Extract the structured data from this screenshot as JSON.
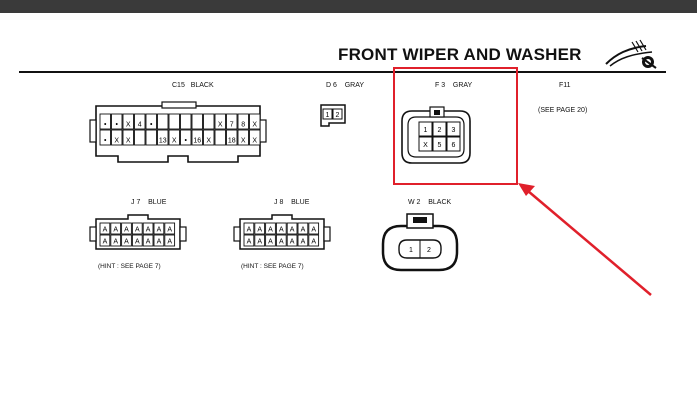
{
  "title": "FRONT WIPER AND WASHER",
  "connectors": {
    "c15": {
      "code": "C15",
      "color": "BLACK",
      "row1": [
        "•",
        "•",
        "X",
        "4",
        "•",
        "",
        "",
        "",
        "",
        "",
        "X",
        "7",
        "8",
        "X"
      ],
      "row2": [
        "•",
        "X",
        "X",
        "",
        "",
        "13",
        "X",
        "•",
        "16",
        "X",
        "",
        "18",
        "X",
        "X"
      ]
    },
    "d6": {
      "code": "D 6",
      "color": "GRAY",
      "pins": [
        "1",
        "2"
      ]
    },
    "f3": {
      "code": "F 3",
      "color": "GRAY",
      "row1": [
        "1",
        "2",
        "3"
      ],
      "row2": [
        "X",
        "5",
        "6"
      ]
    },
    "f11": {
      "code": "F11",
      "note": "(SEE PAGE 20)"
    },
    "j7": {
      "code": "J 7",
      "color": "BLUE",
      "row1": [
        "A",
        "A",
        "A",
        "A",
        "A",
        "A",
        "A"
      ],
      "row2": [
        "A",
        "A",
        "A",
        "A",
        "A",
        "A",
        "A"
      ],
      "hint": "(HINT : SEE PAGE 7)"
    },
    "j8": {
      "code": "J 8",
      "color": "BLUE",
      "row1": [
        "A",
        "A",
        "A",
        "A",
        "A",
        "A",
        "A"
      ],
      "row2": [
        "A",
        "A",
        "A",
        "A",
        "A",
        "A",
        "A"
      ],
      "hint": "(HINT : SEE PAGE 7)"
    },
    "w2": {
      "code": "W 2",
      "color": "BLACK",
      "pins": [
        "1",
        "2"
      ]
    }
  },
  "colors": {
    "highlight": "#e0202b",
    "line": "#111111"
  },
  "icons": {
    "logo": "wiper-washer-logo-icon",
    "arrow": "red-pointer-arrow"
  }
}
